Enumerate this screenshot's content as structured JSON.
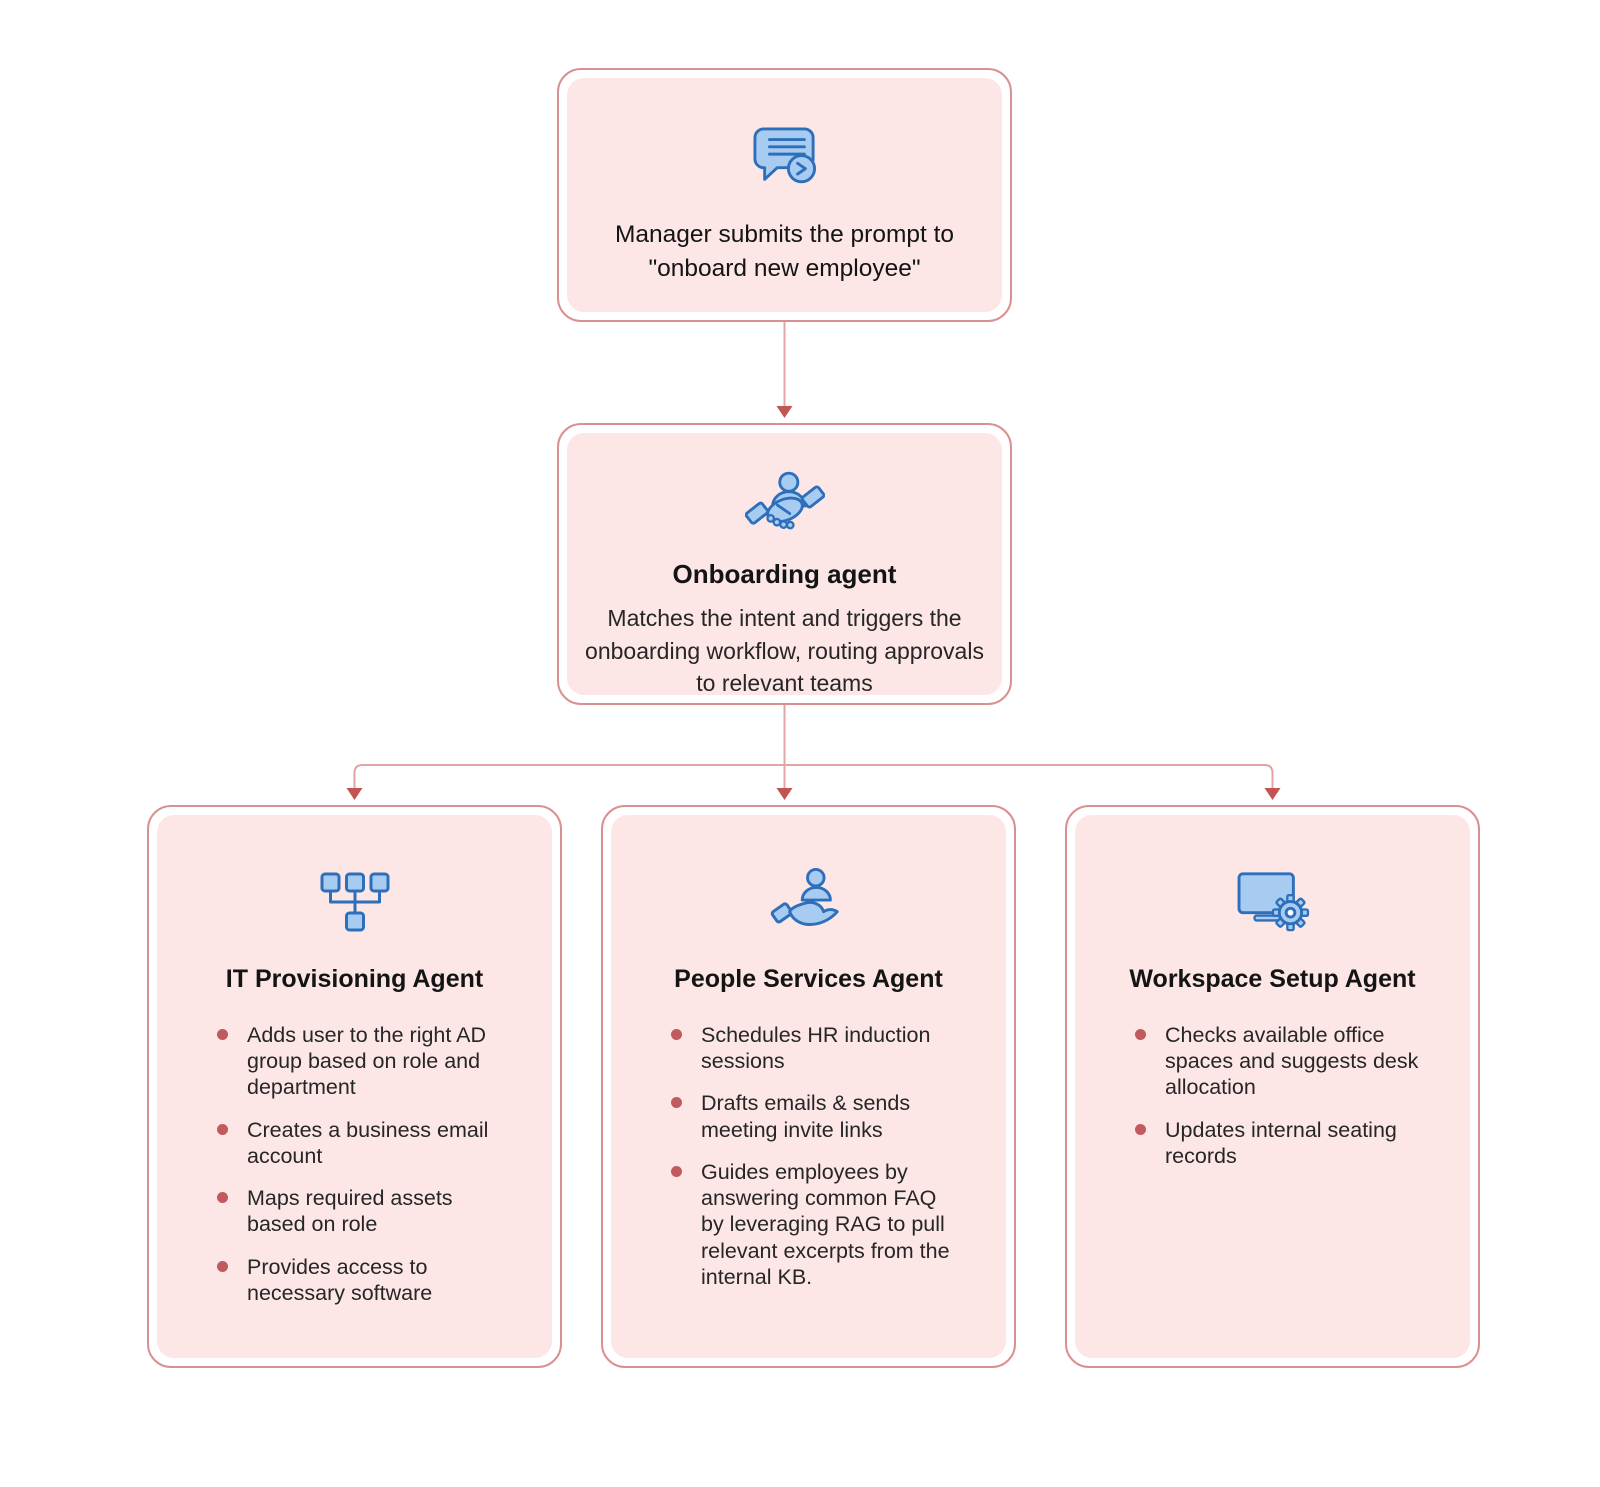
{
  "colors": {
    "card_fill": "#fce6e6",
    "card_border": "#d99090",
    "connector": "#e2a4a4",
    "arrowhead": "#c25552",
    "bullet": "#c05a5e",
    "icon_fill": "#a8ccf1",
    "icon_stroke": "#2d6fba",
    "title_color": "#141414",
    "body_color": "#262626"
  },
  "flow": {
    "root": {
      "icon": "chat-prompt-icon",
      "text": "Manager submits the prompt to \"onboard new employee\""
    },
    "orchestrator": {
      "icon": "handshake-icon",
      "title": "Onboarding agent",
      "description": "Matches the intent and triggers the onboarding workflow, routing approvals to relevant teams"
    },
    "agents": [
      {
        "icon": "sitemap-icon",
        "title": "IT Provisioning Agent",
        "bullets": [
          "Adds user to the right AD group based on role and department",
          "Creates a business email account",
          "Maps required assets based on role",
          "Provides access to necessary software"
        ]
      },
      {
        "icon": "person-in-hand-icon",
        "title": "People Services Agent",
        "bullets": [
          "Schedules HR induction sessions",
          "Drafts emails & sends meeting invite links",
          "Guides employees by answering common FAQ by leveraging RAG to pull relevant excerpts from the internal KB."
        ]
      },
      {
        "icon": "monitor-gear-icon",
        "title": "Workspace Setup Agent",
        "bullets": [
          "Checks available office spaces and suggests desk allocation",
          "Updates internal seating records"
        ]
      }
    ]
  }
}
